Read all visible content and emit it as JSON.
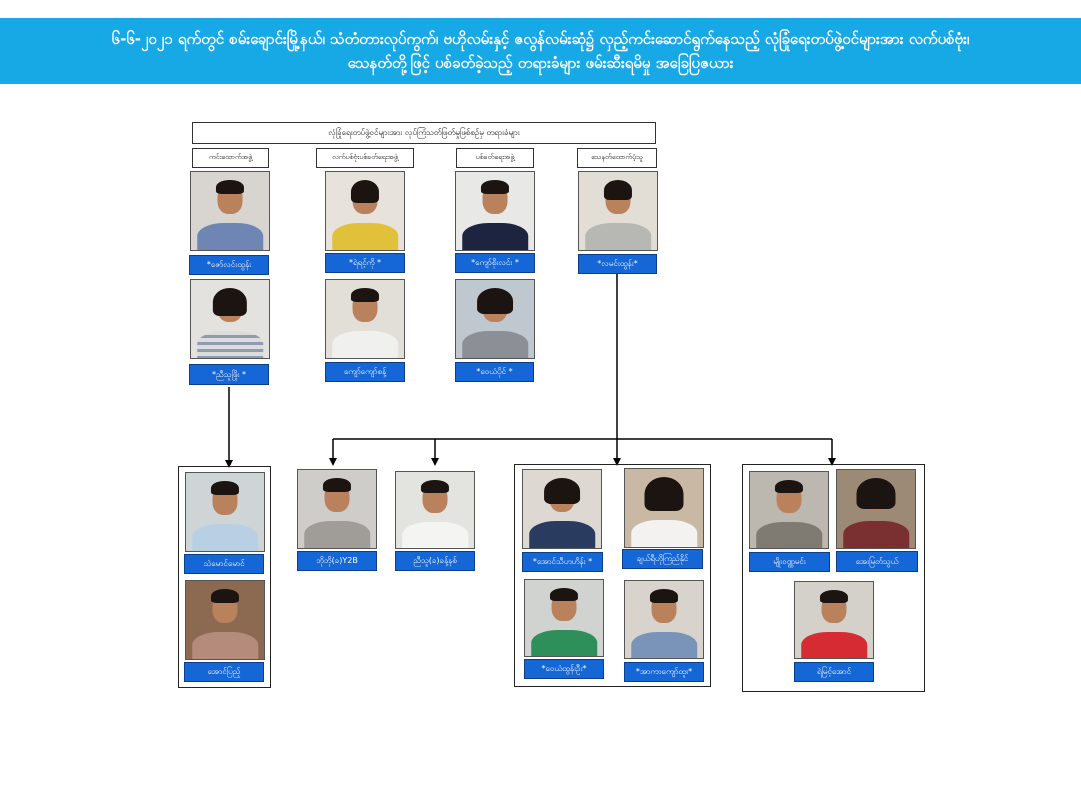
{
  "banner": {
    "line1": "၆-၆-၂၀၂၁ ရက်တွင် စမ်းချောင်းမြို့နယ်၊ သံတံတားလုပ်ကွက်၊ ဗဟိုလမ်းနှင့် ဇလွန်လမ်းဆုံ၌ လှည့်ကင်းဆောင်ရွက်နေသည့် လုံခြုံရေးတပ်ဖွဲ့ဝင်များအား လက်ပစ်ဗုံး၊",
    "line2": "သေနတ်တို့ဖြင့် ပစ်ခတ်ခဲ့သည့် တရားခံများ ဖမ်းဆီးရမိမှု အခြေပြဇယား"
  },
  "chart_title": "လုံခြုံရေးတပ်ဖွဲ့ဝင်များအား လုပ်ကြံသတ်ဖြတ်မှုဖြစ်စဉ်မှ တရားခံများ",
  "columns": [
    "ကင်းထောက်အဖွဲ့",
    "လက်ပစ်ဗုံးပစ်ခတ်ရေးအဖွဲ့",
    "ပစ်ခတ်ရေးအဖွဲ့",
    "သေနတ်ထောက်ပံ့သူ"
  ],
  "people": {
    "p1": "*ဇော်လင်းထွန်း",
    "p2": "*ညီသူဖြိုး *",
    "p3": "*ရဲရင့်ကို *",
    "p4": "ကျော်ကျော်စန့်",
    "p5": "*ကျော်စိုးလင်း *",
    "p6": "*ဝေယံပိုင် *",
    "p7": "*လမင်းထွန်း*",
    "p8": "သဲမောင်မောင်",
    "p9": "အောင်ပြည့်",
    "p10": "ဘိုဘို(ခ)Y2B",
    "p11": "ညီသူ(ခ)ခန့်နစ်",
    "p12": "*အောင်သီဟဟိန်း *",
    "p13": "ချယ်ရီဟိုကြည်နိုင်",
    "p14": "*ဝေယံထွန်းဦး*",
    "p15": "*အာကာကျော်ထူး*",
    "p16": "မျိုးဝဏ္ဏမင်း",
    "p17": "အေးမြတ်သွယ်",
    "p18": "ရဲမြင့်အောင်"
  }
}
